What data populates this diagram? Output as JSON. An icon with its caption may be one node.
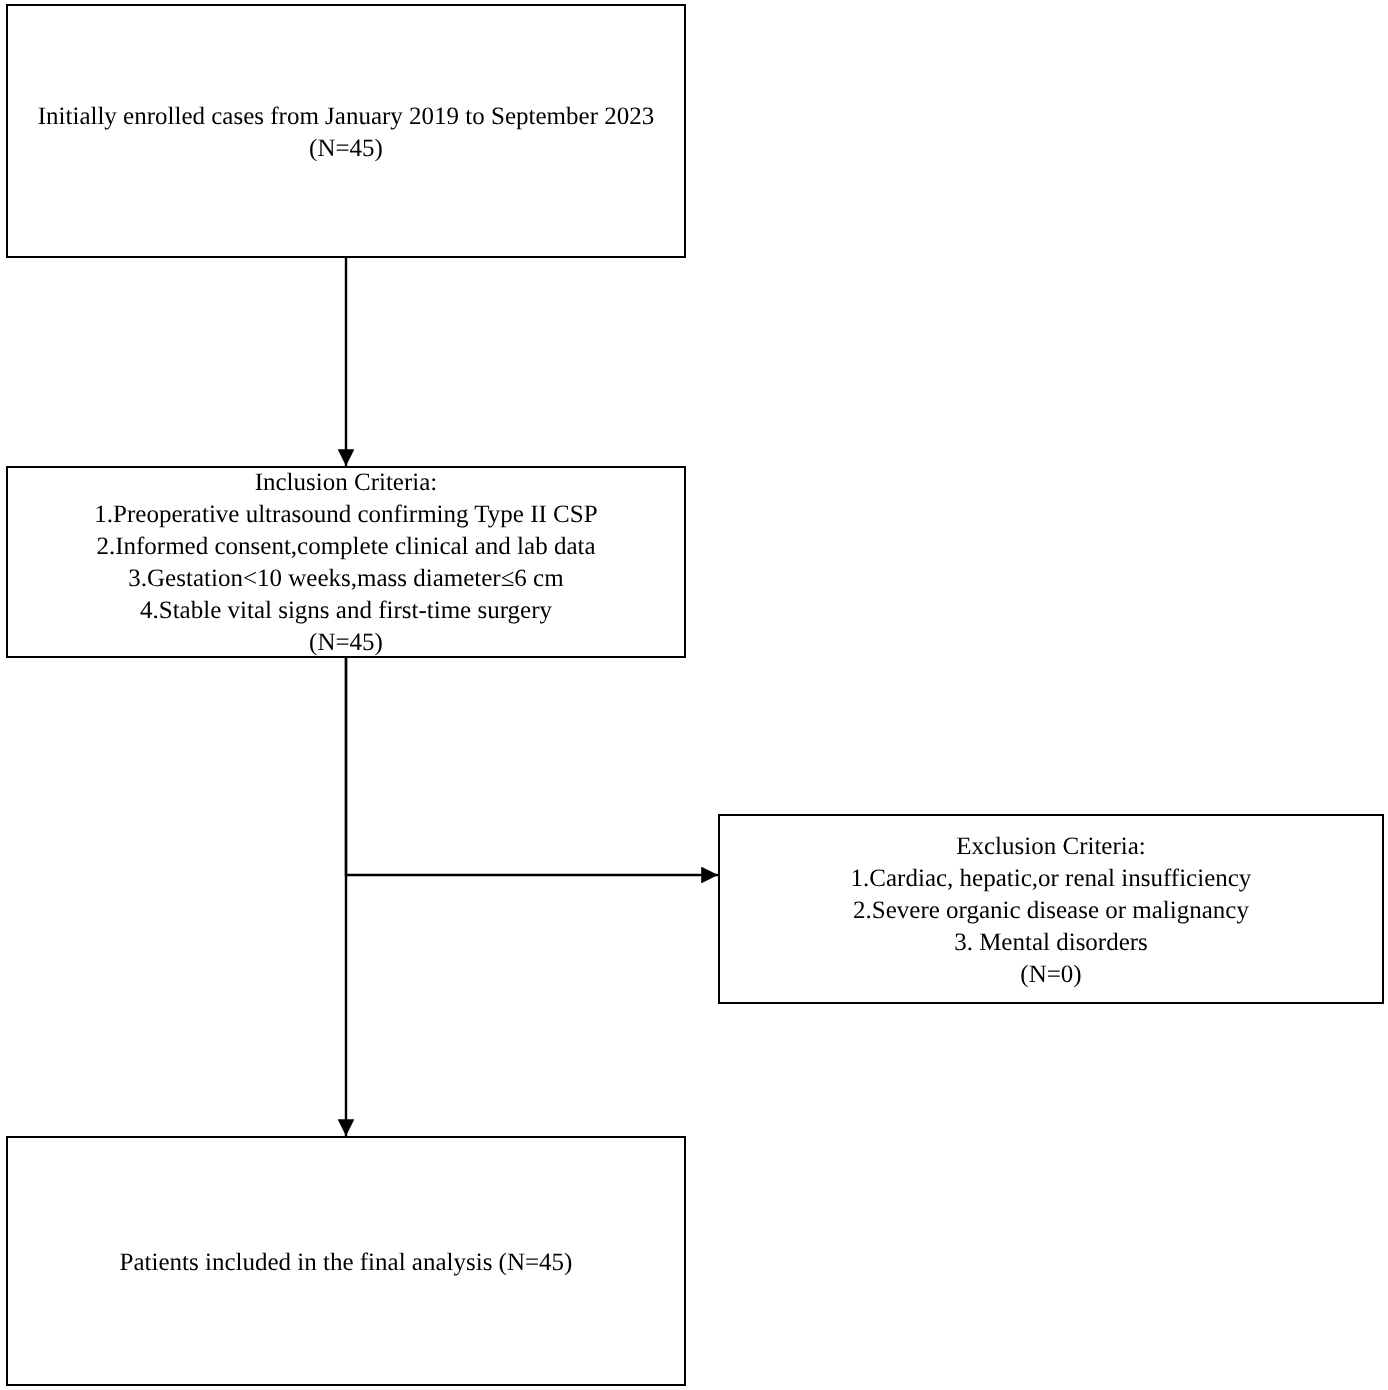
{
  "diagram": {
    "nodes": [
      {
        "text": [
          "Initially enrolled cases from January 2019 to September 2023",
          "(N=45)"
        ]
      },
      {
        "text": [
          "Inclusion Criteria:",
          "1.Preoperative ultrasound confirming Type II CSP",
          "2.Informed consent,complete clinical and lab data",
          "3.Gestation<10 weeks,mass diameter≤6 cm",
          "4.Stable vital signs and first-time surgery",
          "(N=45)"
        ]
      },
      {
        "text": [
          "Exclusion Criteria:",
          "1.Cardiac, hepatic,or renal insufficiency",
          "2.Severe organic disease or malignancy",
          "3. Mental disorders",
          "(N=0)"
        ]
      },
      {
        "text": [
          "Patients included in the final analysis (N=45)"
        ]
      }
    ],
    "edges": [
      {
        "from": 0,
        "to": 1,
        "arrow": "to"
      },
      {
        "from": 1,
        "to": 2,
        "arrow": "to"
      },
      {
        "from": 1,
        "to": 3,
        "arrow": "to"
      }
    ]
  }
}
